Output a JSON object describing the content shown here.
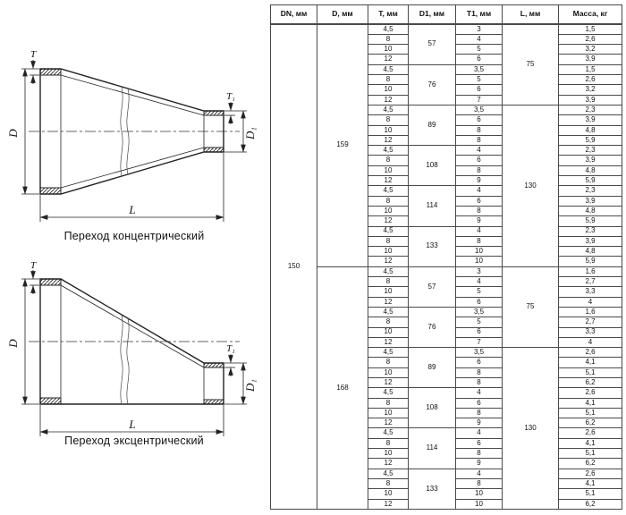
{
  "colors": {
    "ink": "#222222",
    "table_border": "#4a4a4a",
    "text": "#111111"
  },
  "drawings": {
    "concentric": {
      "caption": "Переход концентрический"
    },
    "eccentric": {
      "caption": "Переход эксцентрический"
    },
    "labels": {
      "T": "T",
      "T1": "T₁",
      "D": "D",
      "D1": "D₁",
      "L": "L"
    }
  },
  "table": {
    "headers": [
      "DN, мм",
      "D, мм",
      "T, мм",
      "D1, мм",
      "T1, мм",
      "L, мм",
      "Масса, кг"
    ],
    "dn": "150",
    "groups": [
      {
        "d": "159",
        "l_blocks": [
          {
            "l": "75",
            "sub": [
              {
                "d1": "57",
                "rows": [
                  [
                    "4,5",
                    "3",
                    "1,5"
                  ],
                  [
                    "8",
                    "4",
                    "2,6"
                  ],
                  [
                    "10",
                    "5",
                    "3,2"
                  ],
                  [
                    "12",
                    "6",
                    "3,9"
                  ]
                ]
              },
              {
                "d1": "76",
                "rows": [
                  [
                    "4,5",
                    "3,5",
                    "1,5"
                  ],
                  [
                    "8",
                    "5",
                    "2,6"
                  ],
                  [
                    "10",
                    "6",
                    "3,2"
                  ],
                  [
                    "12",
                    "7",
                    "3,9"
                  ]
                ]
              }
            ]
          },
          {
            "l": "130",
            "sub": [
              {
                "d1": "89",
                "rows": [
                  [
                    "4,5",
                    "3,5",
                    "2,3"
                  ],
                  [
                    "8",
                    "6",
                    "3,9"
                  ],
                  [
                    "10",
                    "8",
                    "4,8"
                  ],
                  [
                    "12",
                    "8",
                    "5,9"
                  ]
                ]
              },
              {
                "d1": "108",
                "rows": [
                  [
                    "4,5",
                    "4",
                    "2,3"
                  ],
                  [
                    "8",
                    "6",
                    "3,9"
                  ],
                  [
                    "10",
                    "8",
                    "4,8"
                  ],
                  [
                    "12",
                    "9",
                    "5,9"
                  ]
                ]
              },
              {
                "d1": "114",
                "rows": [
                  [
                    "4,5",
                    "4",
                    "2,3"
                  ],
                  [
                    "8",
                    "6",
                    "3,9"
                  ],
                  [
                    "10",
                    "8",
                    "4,8"
                  ],
                  [
                    "12",
                    "9",
                    "5,9"
                  ]
                ]
              },
              {
                "d1": "133",
                "rows": [
                  [
                    "4,5",
                    "4",
                    "2,3"
                  ],
                  [
                    "8",
                    "8",
                    "3,9"
                  ],
                  [
                    "10",
                    "10",
                    "4,8"
                  ],
                  [
                    "12",
                    "10",
                    "5,9"
                  ]
                ]
              }
            ]
          }
        ]
      },
      {
        "d": "168",
        "l_blocks": [
          {
            "l": "75",
            "sub": [
              {
                "d1": "57",
                "rows": [
                  [
                    "4,5",
                    "3",
                    "1,6"
                  ],
                  [
                    "8",
                    "4",
                    "2,7"
                  ],
                  [
                    "10",
                    "5",
                    "3,3"
                  ],
                  [
                    "12",
                    "6",
                    "4"
                  ]
                ]
              },
              {
                "d1": "76",
                "rows": [
                  [
                    "4,5",
                    "3,5",
                    "1,6"
                  ],
                  [
                    "8",
                    "5",
                    "2,7"
                  ],
                  [
                    "10",
                    "6",
                    "3,3"
                  ],
                  [
                    "12",
                    "7",
                    "4"
                  ]
                ]
              }
            ]
          },
          {
            "l": "130",
            "sub": [
              {
                "d1": "89",
                "rows": [
                  [
                    "4,5",
                    "3,5",
                    "2,6"
                  ],
                  [
                    "8",
                    "6",
                    "4,1"
                  ],
                  [
                    "10",
                    "8",
                    "5,1"
                  ],
                  [
                    "12",
                    "8",
                    "6,2"
                  ]
                ]
              },
              {
                "d1": "108",
                "rows": [
                  [
                    "4,5",
                    "4",
                    "2,6"
                  ],
                  [
                    "8",
                    "6",
                    "4,1"
                  ],
                  [
                    "10",
                    "8",
                    "5,1"
                  ],
                  [
                    "12",
                    "9",
                    "6,2"
                  ]
                ]
              },
              {
                "d1": "114",
                "rows": [
                  [
                    "4,5",
                    "4",
                    "2,6"
                  ],
                  [
                    "8",
                    "6",
                    "4,1"
                  ],
                  [
                    "10",
                    "8",
                    "5,1"
                  ],
                  [
                    "12",
                    "9",
                    "6,2"
                  ]
                ]
              },
              {
                "d1": "133",
                "rows": [
                  [
                    "4,5",
                    "4",
                    "2,6"
                  ],
                  [
                    "8",
                    "8",
                    "4,1"
                  ],
                  [
                    "10",
                    "10",
                    "5,1"
                  ],
                  [
                    "12",
                    "10",
                    "6,2"
                  ]
                ]
              }
            ]
          }
        ]
      }
    ]
  }
}
